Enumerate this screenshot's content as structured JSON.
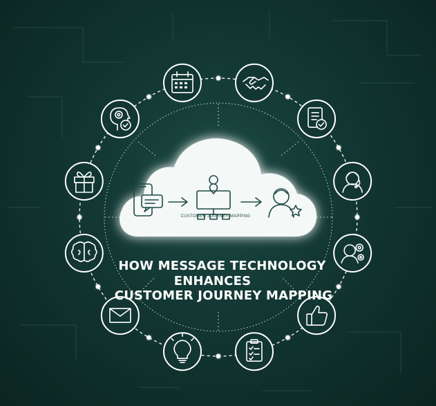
{
  "title": {
    "line1": "HOW MESSAGE TECHNOLOGY",
    "line2": "ENHANCES",
    "line3": "CUSTOMER JOURNEY MAPPING"
  },
  "cloud": {
    "caption": "CUSTOMER JOURNEY MAPPING",
    "steps": [
      "mobile-message-icon",
      "arrow-right-icon",
      "journey-map-icon",
      "arrow-right-icon",
      "customer-star-icon"
    ]
  },
  "ring_icons": [
    "handshake-icon",
    "document-check-icon",
    "support-agent-icon",
    "team-gears-icon",
    "thumbs-up-icon",
    "checklist-icon",
    "lightbulb-icon",
    "envelope-icon",
    "brain-icon",
    "gift-icon",
    "head-gear-check-icon",
    "calendar-icon"
  ],
  "colors": {
    "background": "#123631",
    "line": "#ffffff",
    "cloud": "#f4f8f7",
    "cloud_ink": "#1d4a44"
  }
}
